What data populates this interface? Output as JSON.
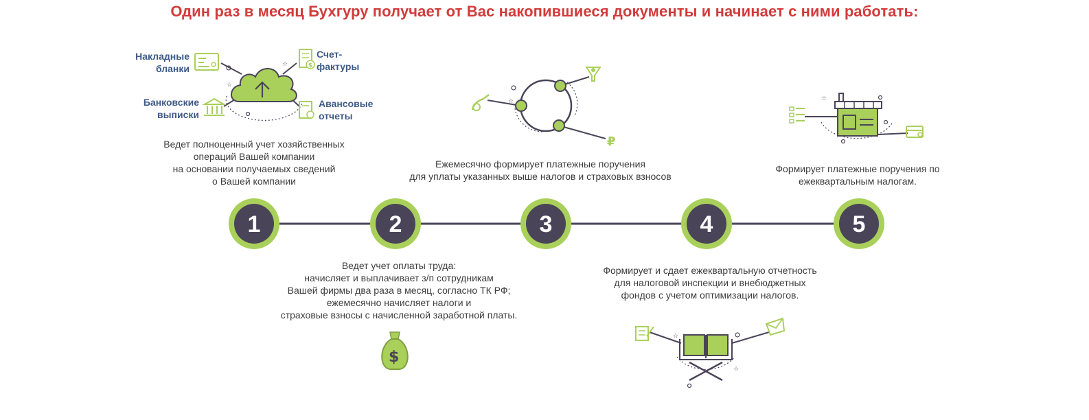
{
  "title": "Один раз в месяц Бухгуру получает от Вас накопившиеся документы и начинает с ними работать:",
  "doc_labels": {
    "waybills": "Накладные\nбланки",
    "invoices": "Счет-\nфактуры",
    "bank_statements": "Банковские\nвыписки",
    "advance_reports": "Авансовые\nотчеты"
  },
  "steps": [
    {
      "number": "1",
      "text": "Ведет полноценный учет хозяйственных\nопераций Вашей компании\nна основании получаемых  сведений\nо Вашей компании"
    },
    {
      "number": "2",
      "text": "Ведет учет оплаты труда:\nначисляет и выплачивает з/п сотрудникам\nВашей фирмы два раза в месяц, согласно ТК РФ;\nежемесячно начисляет налоги и\nстраховые взносы с начисленной заработной платы."
    },
    {
      "number": "3",
      "text": "Ежемесячно формирует платежные поручения\nдля уплаты указанных выше налогов и страховых взносов"
    },
    {
      "number": "4",
      "text": "Формирует  и сдает  ежеквартальную отчетность\nдля налоговой инспекции и внебюджетных\nфондов с учетом оптимизации налогов."
    },
    {
      "number": "5",
      "text": "Формирует платежные поручения по\nежеквартальным налогам."
    }
  ],
  "colors": {
    "accent_green": "#a9d05a",
    "dark_circle": "#4a4458",
    "title_red": "#d23b3b",
    "label_blue": "#3e5a86",
    "line": "#4a4458"
  },
  "icons": [
    "cloud-upload-icon",
    "invoice-doc-icon",
    "bank-icon",
    "waybill-card-icon",
    "advance-report-icon",
    "money-bag-icon",
    "ruble-icon",
    "open-book-icon",
    "envelope-icon",
    "building-card-icon"
  ]
}
